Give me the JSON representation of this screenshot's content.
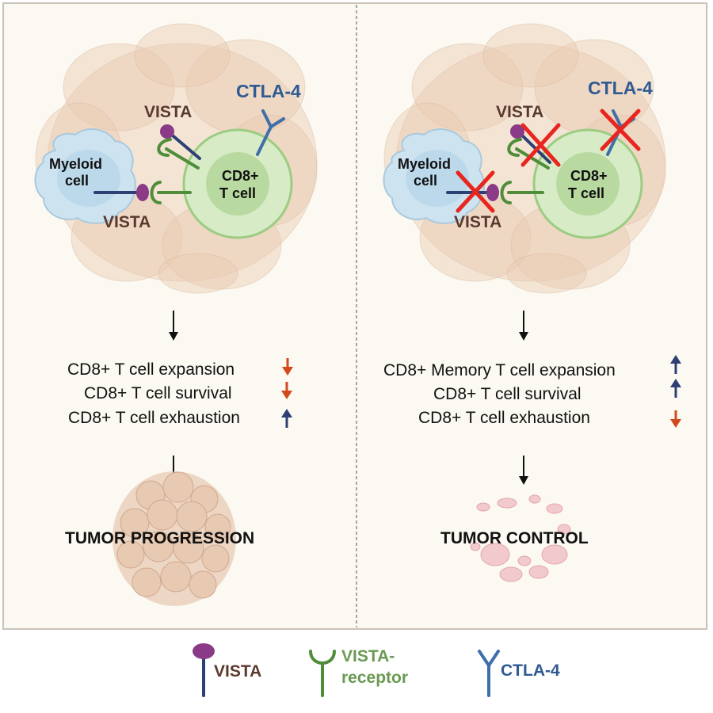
{
  "colors": {
    "panel_bg": "#fbf9f1",
    "panel_border": "#c9c2b8",
    "tumor_fill": "#e8c9b2",
    "myeloid_fill": "#cde3f0",
    "tcell_fill": "#d7ecc6",
    "vista_head": "#8a3a86",
    "vista_stem": "#2e3f73",
    "receptor": "#4f8d3a",
    "ctla4": "#3f6fa8",
    "arrow_up": "#2e3f73",
    "arrow_down": "#d14a1e",
    "cross": "#e8251e"
  },
  "left_panel": {
    "cell_labels": {
      "myeloid_line1": "Myeloid",
      "myeloid_line2": "cell",
      "tcell_line1": "CD8+",
      "tcell_line2": "T cell",
      "vista_top": "VISTA",
      "vista_bottom": "VISTA",
      "ctla4": "CTLA-4"
    },
    "effects": [
      {
        "text": "CD8+ T cell  expansion",
        "direction": "down"
      },
      {
        "text": "CD8+ T cell survival",
        "direction": "down"
      },
      {
        "text": "CD8+ T cell exhaustion",
        "direction": "up"
      }
    ],
    "outcome": "TUMOR PROGRESSION"
  },
  "right_panel": {
    "cell_labels": {
      "myeloid_line1": "Myeloid",
      "myeloid_line2": "cell",
      "tcell_line1": "CD8+",
      "tcell_line2": "T cell",
      "vista_top": "VISTA",
      "vista_bottom": "VISTA",
      "ctla4": "CTLA-4"
    },
    "effects": [
      {
        "text": "CD8+ Memory T cell expansion",
        "direction": "up"
      },
      {
        "text": "CD8+ T cell survival",
        "direction": "up"
      },
      {
        "text": "CD8+ T cell exhaustion",
        "direction": "down"
      }
    ],
    "outcome": "TUMOR CONTROL"
  },
  "legend": {
    "vista": "VISTA",
    "receptor_line1": "VISTA-",
    "receptor_line2": "receptor",
    "ctla4": "CTLA-4"
  }
}
